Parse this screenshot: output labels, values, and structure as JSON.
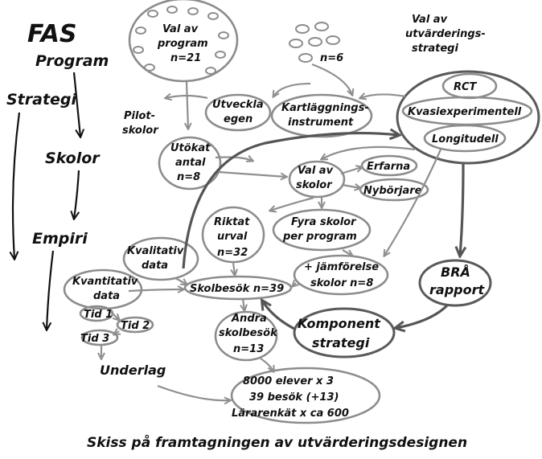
{
  "left_flow": {
    "fas": "FAS",
    "program": "Program",
    "strategi": "Strategi",
    "skolor": "Skolor",
    "empiri": "Empiri"
  },
  "programs_cloud": {
    "line1": "Val av",
    "line2": "program",
    "line3": "n=21"
  },
  "n6": "n=6",
  "strategy_heading": {
    "line1": "Val av",
    "line2": "utvärderings-",
    "line3": "strategi"
  },
  "strategies": [
    "RCT",
    "Kvasiexperimentell",
    "Longitudell"
  ],
  "nodes": {
    "pilot": [
      "Pilot-",
      "skolor"
    ],
    "utvecklaegen": [
      "Utveckla",
      "egen"
    ],
    "kartlaggning": [
      "Kartläggnings-",
      "instrument"
    ],
    "utokat": [
      "Utökat",
      "antal",
      "n=8"
    ],
    "valavskolor": [
      "Val av",
      "skolor"
    ],
    "erfarna": "Erfarna",
    "nyborjare": "Nybörjare",
    "riktat": [
      "Riktat",
      "urval",
      "n=32"
    ],
    "fyraskolor": [
      "Fyra skolor",
      "per program"
    ],
    "kvalitativ": [
      "Kvalitativ",
      "data"
    ],
    "kvantitativ": [
      "Kvantitativ",
      "data"
    ],
    "jamforelse": [
      "+ jämförelse",
      "skolor n=8"
    ],
    "skolbesok": "Skolbesök n=39",
    "bra": [
      "BRÅ",
      "rapport"
    ],
    "tid1": "Tid 1",
    "tid2": "Tid 2",
    "tid3": "Tid 3",
    "andra": [
      "Andra",
      "skolbesök",
      "n=13"
    ],
    "komponent": [
      "Komponent",
      "strategi"
    ],
    "underlag": "Underlag",
    "summary": [
      "8000 elever x 3",
      "39 besök (+13)",
      "Lärarenkät x ca 600"
    ]
  },
  "caption": "Skiss på framtagningen av utvärderingsdesignen"
}
